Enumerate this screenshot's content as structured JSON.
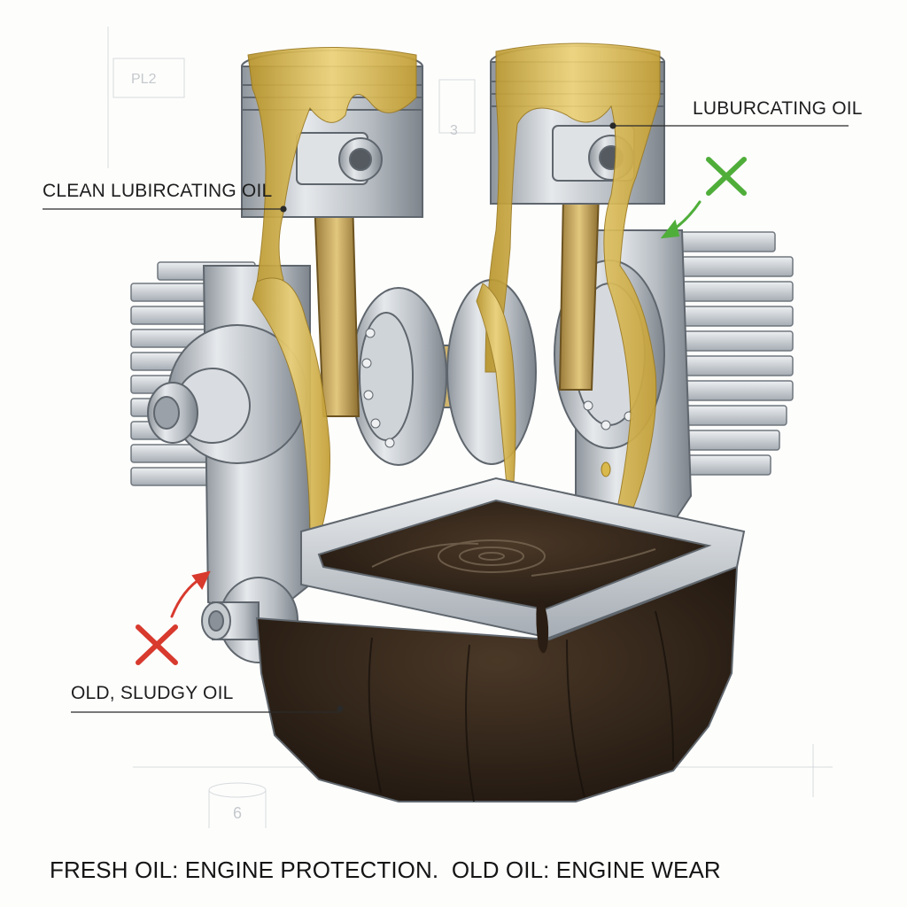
{
  "labels": {
    "clean_oil": "CLEAN LUBIRCATING OIL",
    "lubricating_oil": "LUBURCATING OIL",
    "old_oil": "OLD, SLUDGY OIL"
  },
  "caption": {
    "fresh": "FRESH OIL: ENGINE PROTECTION.",
    "old": "OLD OIL: ENGINE WEAR"
  },
  "sketch_marks": {
    "box_label": "PL2",
    "num_a": "3",
    "num_b": "6"
  },
  "markers": {
    "good": "check-mark-icon",
    "bad": "cross-mark-icon"
  },
  "colors": {
    "fresh_oil": "#d6b54a",
    "old_oil": "#2d2016",
    "metal": "#c8ccd0",
    "good_marker": "#4fae3a",
    "bad_marker": "#d83a2e"
  }
}
